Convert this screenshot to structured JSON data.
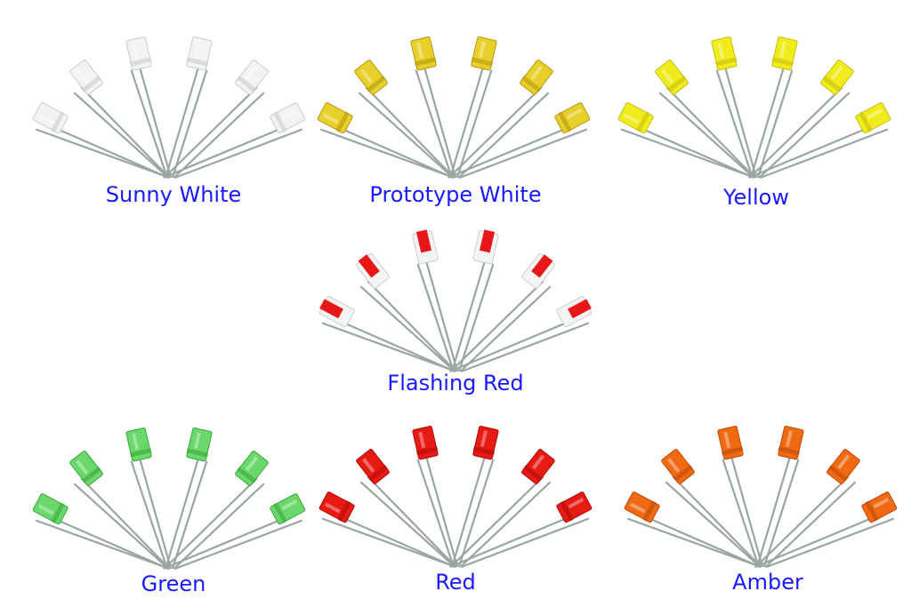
{
  "groups": [
    {
      "label": "Sunny White",
      "body_color": "#f2f4f2",
      "edge_color": "#c8cccc",
      "tip_color": "#f2f4f2"
    },
    {
      "label": "Prototype White",
      "body_color": "#e8cf2a",
      "edge_color": "#b89a10",
      "tip_color": "#e8cf2a"
    },
    {
      "label": "Yellow",
      "body_color": "#f0ec1c",
      "edge_color": "#c8c010",
      "tip_color": "#f0ec1c"
    },
    {
      "label": "Flashing Red",
      "body_color": "#f4f4f4",
      "edge_color": "#cccccc",
      "tip_color": "#e81818"
    },
    {
      "label": "Green",
      "body_color": "#6ad86a",
      "edge_color": "#3aa83a",
      "tip_color": "#6ad86a"
    },
    {
      "label": "Red",
      "body_color": "#e81a14",
      "edge_color": "#b00c08",
      "tip_color": "#e81a14"
    },
    {
      "label": "Amber",
      "body_color": "#f06a14",
      "edge_color": "#c04a08",
      "tip_color": "#f06a14"
    }
  ],
  "lead_color": "#9aa6a4",
  "label_color": "#1a1aff"
}
